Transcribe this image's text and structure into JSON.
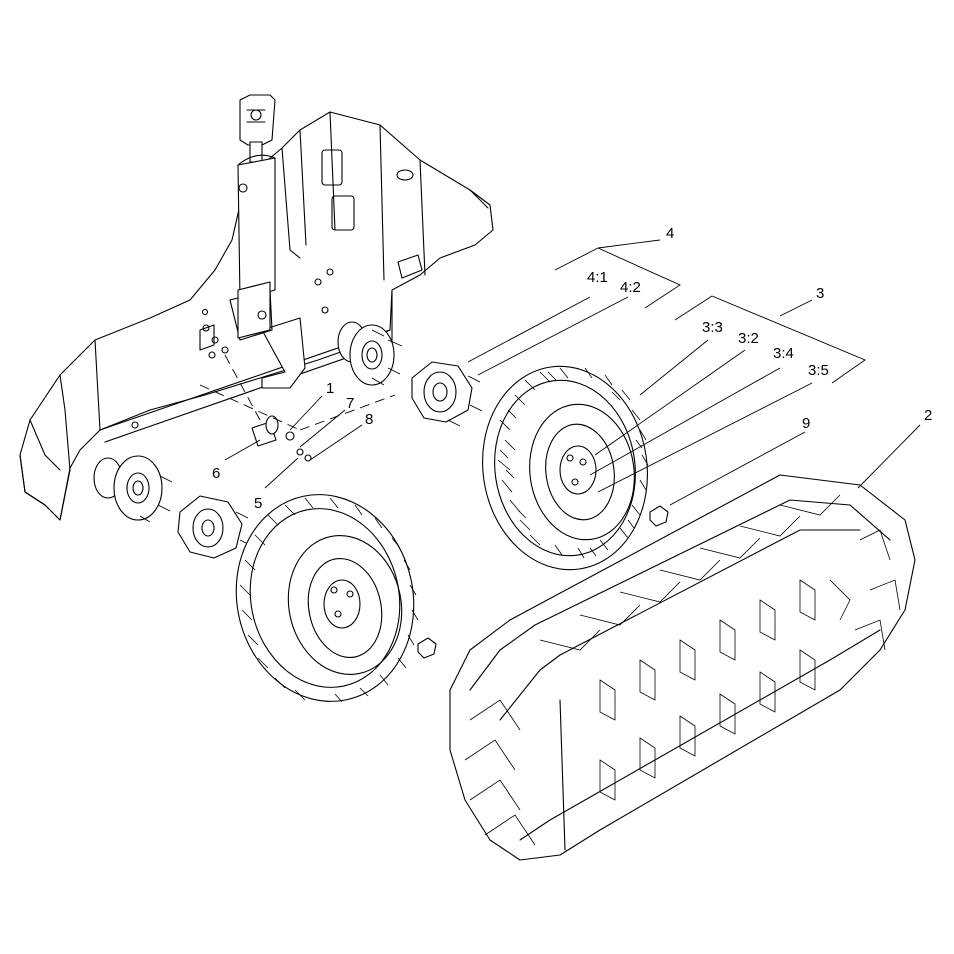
{
  "callouts": {
    "c1": "1",
    "c2": "2",
    "c3": "3",
    "c3_2": "3:2",
    "c3_3": "3:3",
    "c3_4": "3:4",
    "c3_5": "3:5",
    "c4": "4",
    "c4_1": "4:1",
    "c4_2": "4:2",
    "c5": "5",
    "c6": "6",
    "c7": "7",
    "c8": "8",
    "c9": "9"
  }
}
